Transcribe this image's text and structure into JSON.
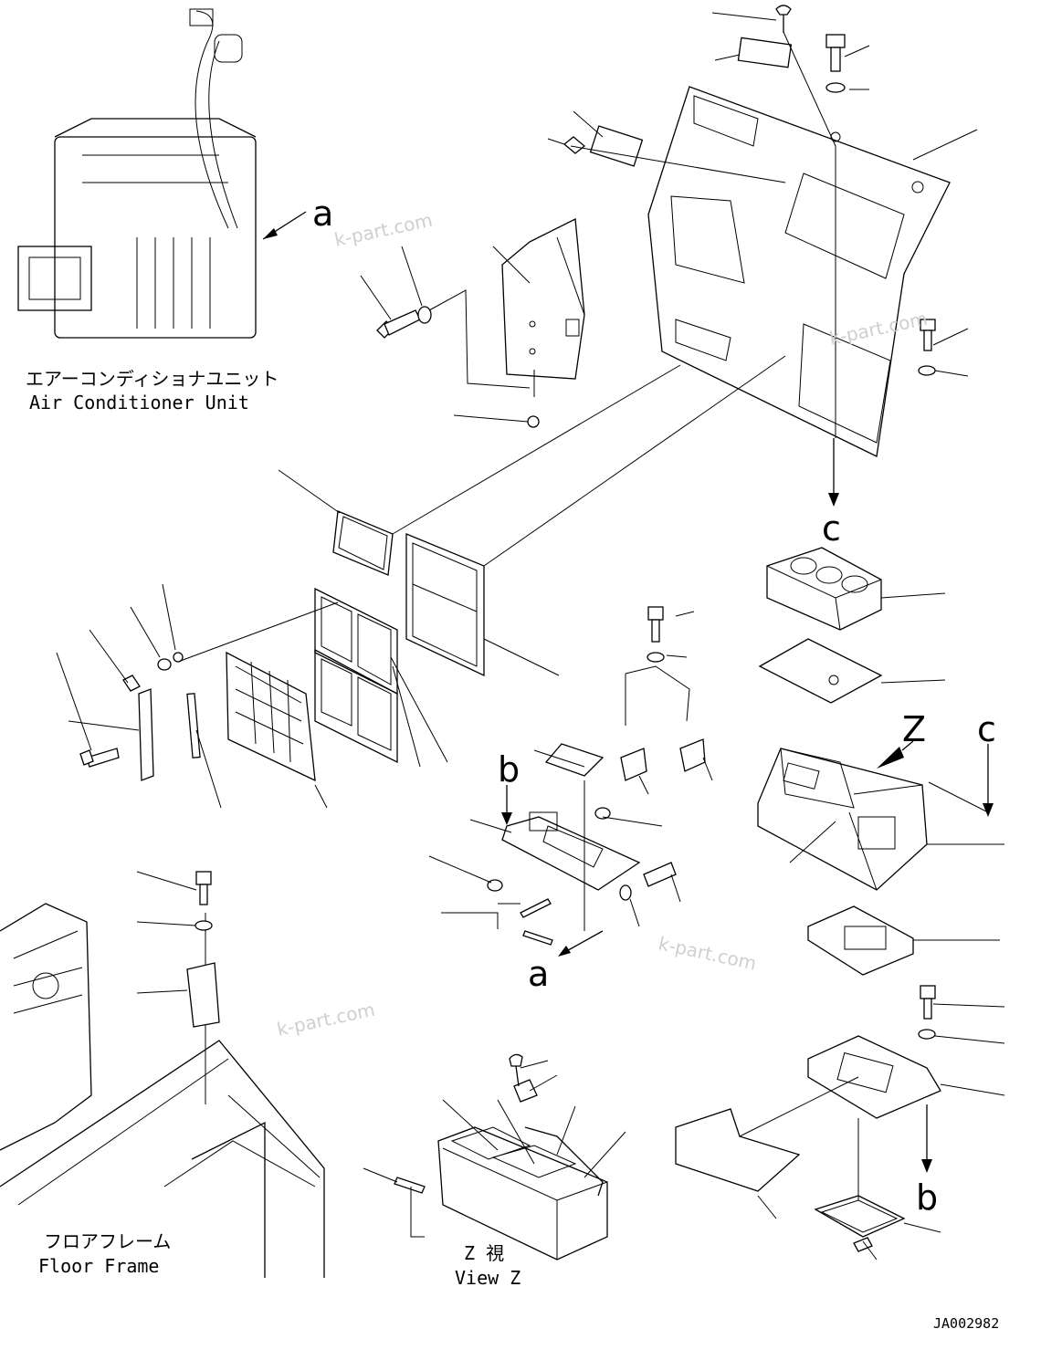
{
  "labels": {
    "ac_unit_jp": "エアーコンディショナユニット",
    "ac_unit_en": "Air Conditioner Unit",
    "floor_frame_jp": "フロアフレーム",
    "floor_frame_en": "Floor Frame",
    "view_z_jp": "Z  視",
    "view_z_en": "View Z",
    "drawing_no": "JA002982"
  },
  "refs": {
    "a": "a",
    "b": "b",
    "c": "c",
    "z": "Z"
  },
  "watermark": "k-part.com"
}
